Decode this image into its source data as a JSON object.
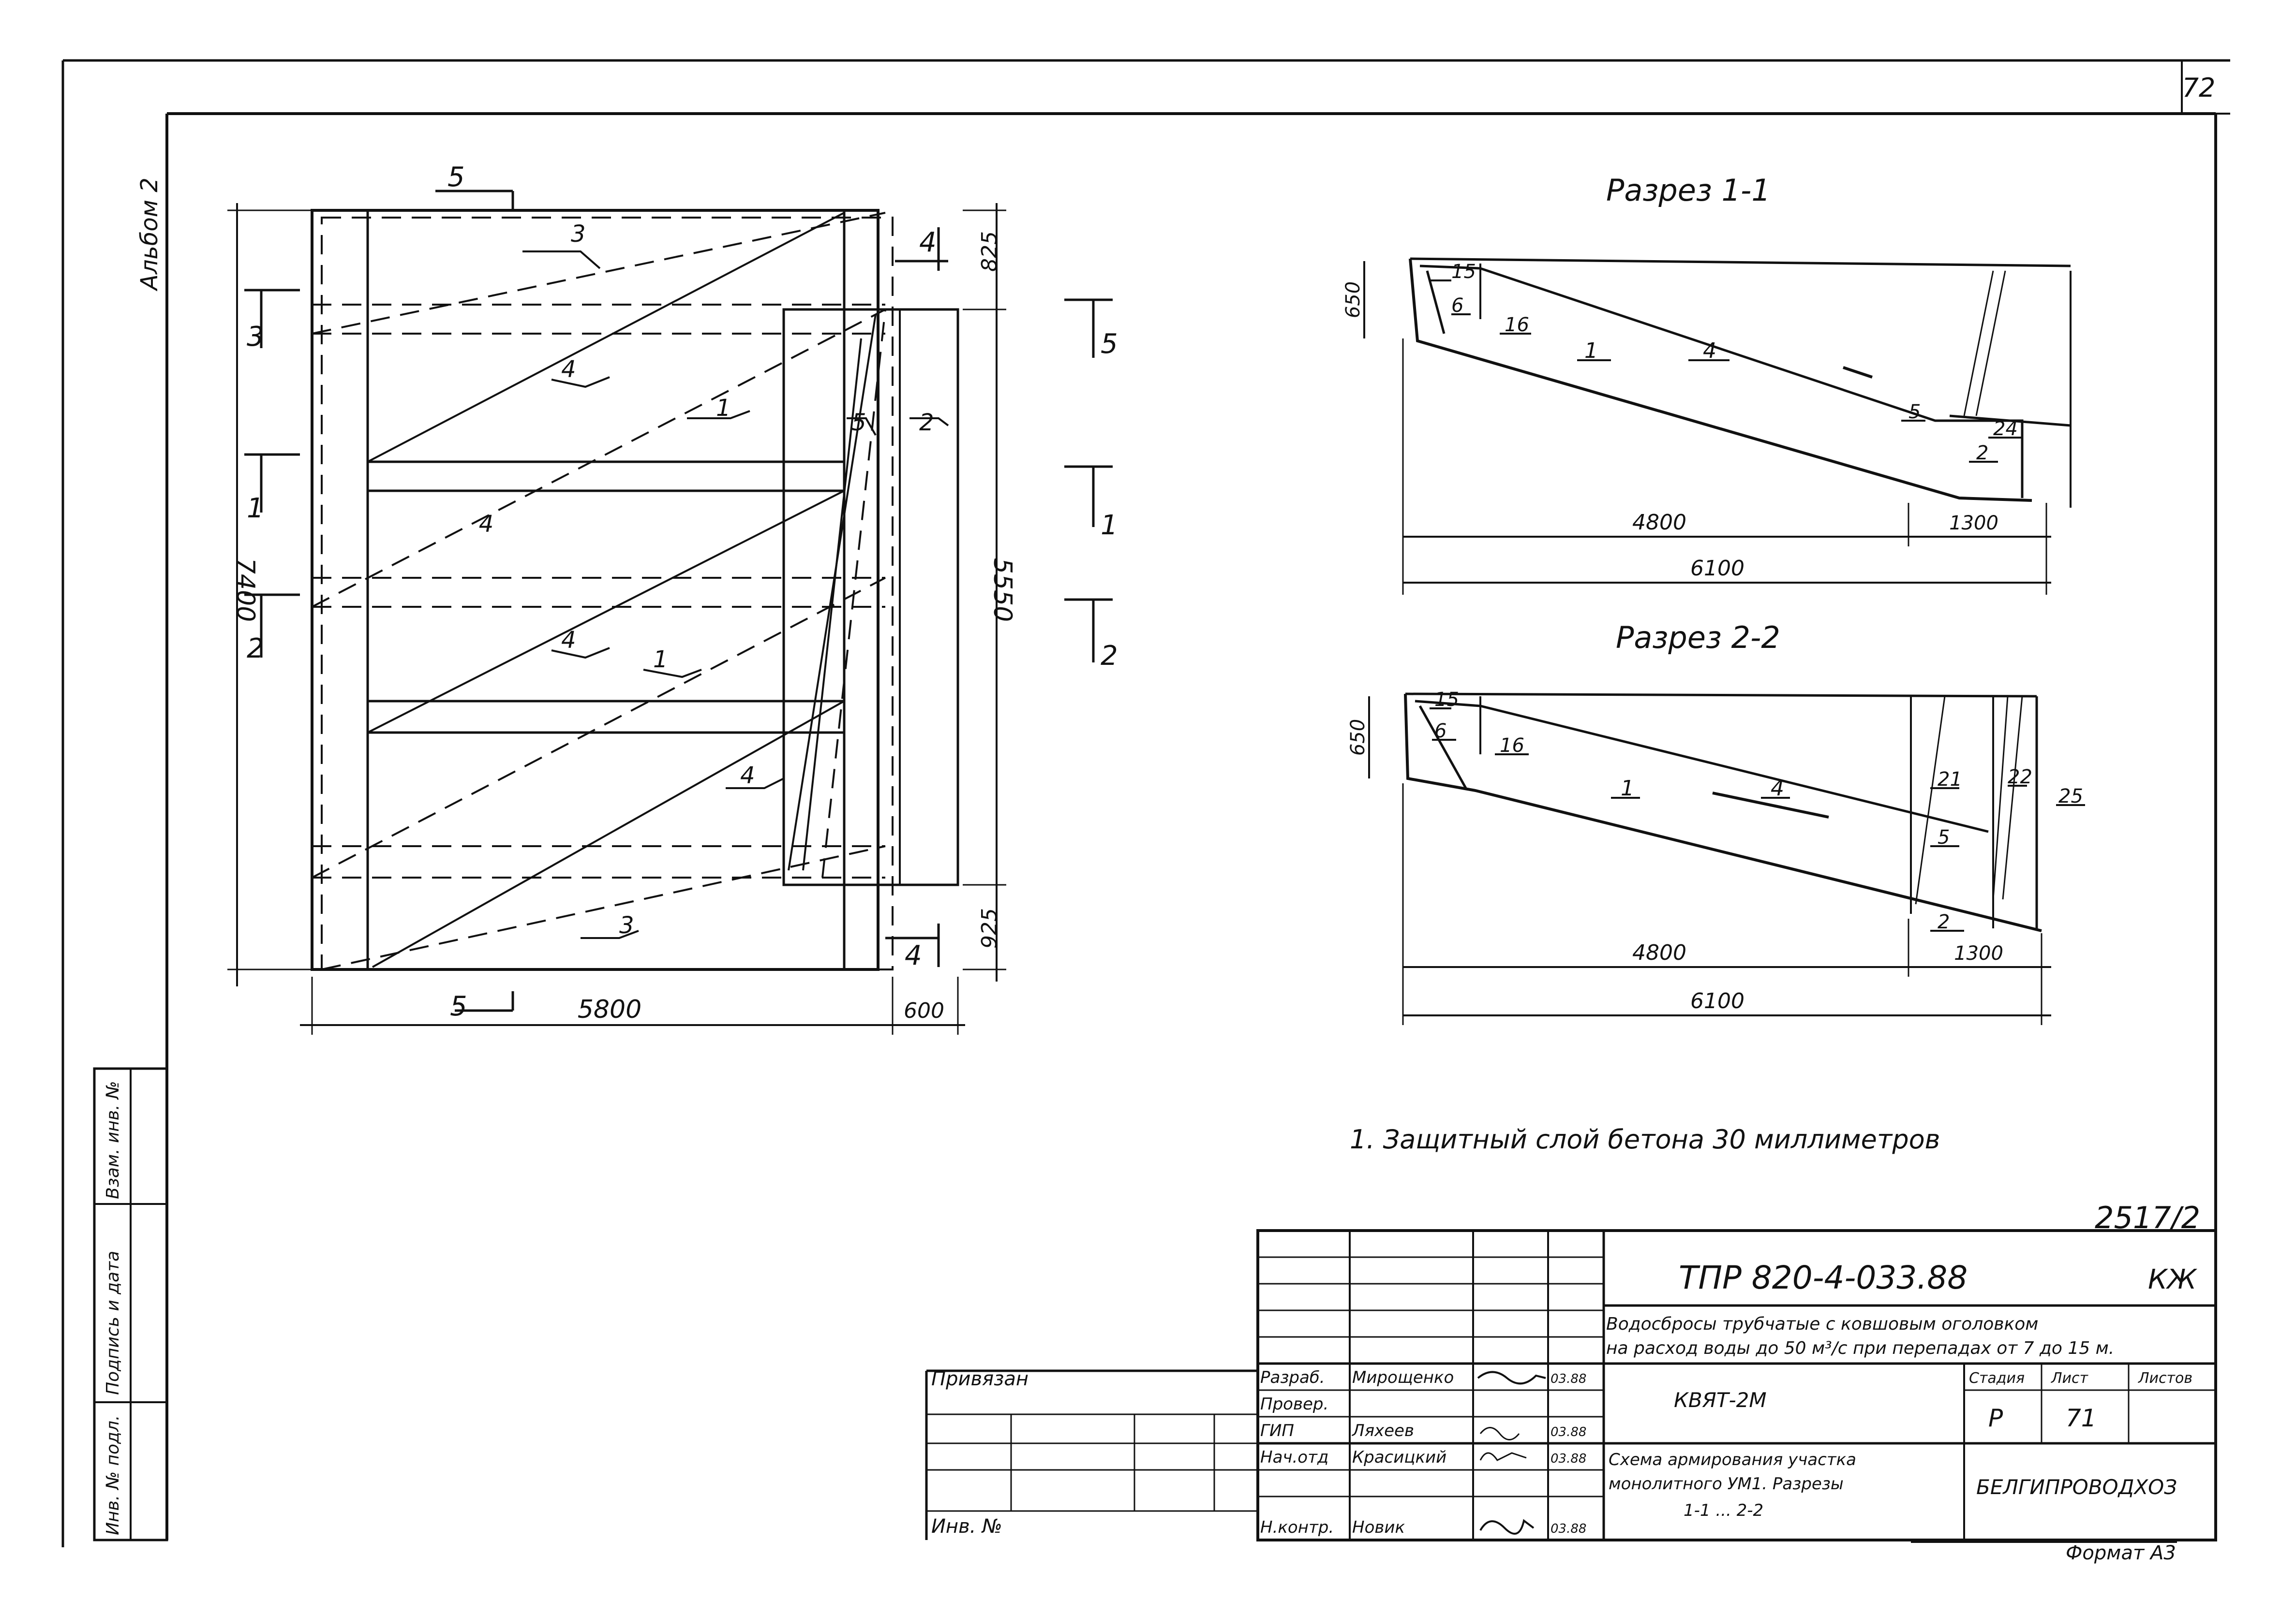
{
  "sheet": {
    "number": "72",
    "album": "Альбом 2",
    "format": "Формат А3",
    "stamp_code": "2517/2"
  },
  "plan": {
    "width_main": "5800",
    "width_side": "600",
    "height_total": "7400",
    "height_inner": "5550",
    "offset_top": "825",
    "offset_bottom": "925",
    "cut_marks": [
      "5",
      "4",
      "3",
      "2",
      "1"
    ],
    "callouts": [
      "1",
      "2",
      "3",
      "4",
      "5"
    ]
  },
  "section_1": {
    "title": "Разрез 1-1",
    "height": "650",
    "dims": [
      "4800",
      "1300",
      "6100"
    ],
    "callouts": [
      "15",
      "6",
      "16",
      "1",
      "4",
      "5",
      "24",
      "2"
    ]
  },
  "section_2": {
    "title": "Разрез 2-2",
    "height": "650",
    "dims": [
      "4800",
      "1300",
      "6100"
    ],
    "callouts": [
      "15",
      "6",
      "16",
      "1",
      "4",
      "21",
      "22",
      "25",
      "5",
      "2"
    ]
  },
  "note": "1. Защитный слой бетона 30 миллиметров",
  "side_stamp": [
    "Инв. № подл.",
    "Подпись и дата",
    "Взам. инв. №"
  ],
  "title_block": {
    "doc_code": "ТПР 820-4-033.88",
    "mark": "КЖ",
    "description_line1": "Водосбросы трубчатые с ковшовым оголовком",
    "description_line2": "на расход воды до 50 м³/с при перепадах от 7 до 15 м.",
    "attached": "Привязан",
    "inv": "Инв. №",
    "roles": [
      "Разраб.",
      "Провер.",
      "ГИП",
      "Нач.отд",
      "Н.контр."
    ],
    "names": [
      "Мирощенко",
      "",
      "Ляхеев",
      "Красицкий",
      "Новик"
    ],
    "dates": [
      "03.88",
      "",
      "03.88",
      "03.88",
      "03.88"
    ],
    "object": "КВЯТ-2М",
    "stage_label": "Стадия",
    "sheet_label": "Лист",
    "sheets_label": "Листов",
    "stage": "Р",
    "sheet_no": "71",
    "sheet_title_line1": "Схема армирования участка",
    "sheet_title_line2": "монолитного УМ1. Разрезы",
    "sheet_title_line3": "1-1 ... 2-2",
    "org": "БЕЛГИПРОВОДХОЗ"
  }
}
